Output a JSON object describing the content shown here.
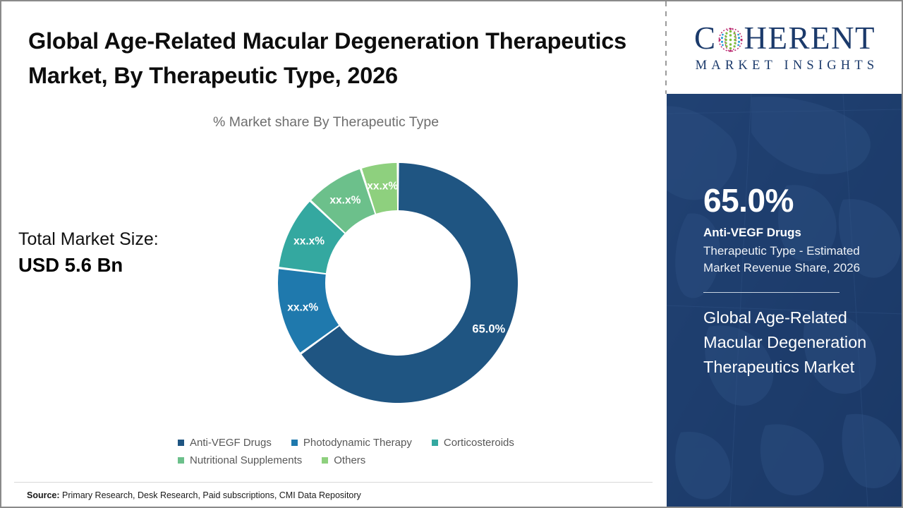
{
  "header": {
    "title": "Global Age-Related Macular Degeneration Therapeutics Market, By Therapeutic Type, 2026",
    "subtitle": "% Market share By Therapeutic Type"
  },
  "total_market": {
    "label": "Total Market Size:",
    "value": "USD 5.6 Bn"
  },
  "footer": {
    "source_label": "Source:",
    "source_text": " Primary Research, Desk Research, Paid subscriptions, CMI Data Repository"
  },
  "brand": {
    "logo_c": "C",
    "logo_rest": "HERENT",
    "logo_subtitle": "MARKET INSIGHTS",
    "globe_icon": "dotted-globe-icon"
  },
  "highlight": {
    "stat_value": "65.0%",
    "stat_name": "Anti-VEGF Drugs",
    "stat_description": "Therapeutic Type - Estimated Market Revenue Share, 2026",
    "market_name": "Global Age-Related Macular Degeneration Therapeutics Market"
  },
  "colors": {
    "anti_vegf": "#1f5582",
    "photodynamic": "#1f79ad",
    "corticosteroids": "#34a8a0",
    "nutritional": "#6cc08b",
    "others": "#8ed07e",
    "navy_panel": "#1d3c6b",
    "brand_navy": "#1b3a6b",
    "subtitle_gray": "#6e6e6e",
    "legend_gray": "#585858"
  },
  "chart_data": {
    "type": "pie",
    "variant": "donut",
    "title": "Global Age-Related Macular Degeneration Therapeutics Market, By Therapeutic Type, 2026",
    "subtitle": "% Market share By Therapeutic Type",
    "unit": "percent",
    "start_angle": 0,
    "direction": "clockwise",
    "legend_position": "bottom",
    "categories": [
      "Anti-VEGF Drugs",
      "Photodynamic Therapy",
      "Corticosteroids",
      "Nutritional Supplements",
      "Others"
    ],
    "values": [
      65.0,
      12.0,
      10.0,
      8.0,
      5.0
    ],
    "data_labels": [
      "65.0%",
      "xx.x%",
      "xx.x%",
      "xx.x%",
      "xx.x%"
    ],
    "colors": [
      "#1f5582",
      "#1f79ad",
      "#34a8a0",
      "#6cc08b",
      "#8ed07e"
    ],
    "slices": [
      {
        "label": "Anti-VEGF Drugs",
        "value": 65.0,
        "display": "65.0%",
        "color": "#1f5582"
      },
      {
        "label": "Photodynamic Therapy",
        "value": 12.0,
        "display": "xx.x%",
        "color": "#1f79ad"
      },
      {
        "label": "Corticosteroids",
        "value": 10.0,
        "display": "xx.x%",
        "color": "#34a8a0"
      },
      {
        "label": "Nutritional Supplements",
        "value": 8.0,
        "display": "xx.x%",
        "color": "#6cc08b"
      },
      {
        "label": "Others",
        "value": 5.0,
        "display": "xx.x%",
        "color": "#8ed07e"
      }
    ]
  }
}
